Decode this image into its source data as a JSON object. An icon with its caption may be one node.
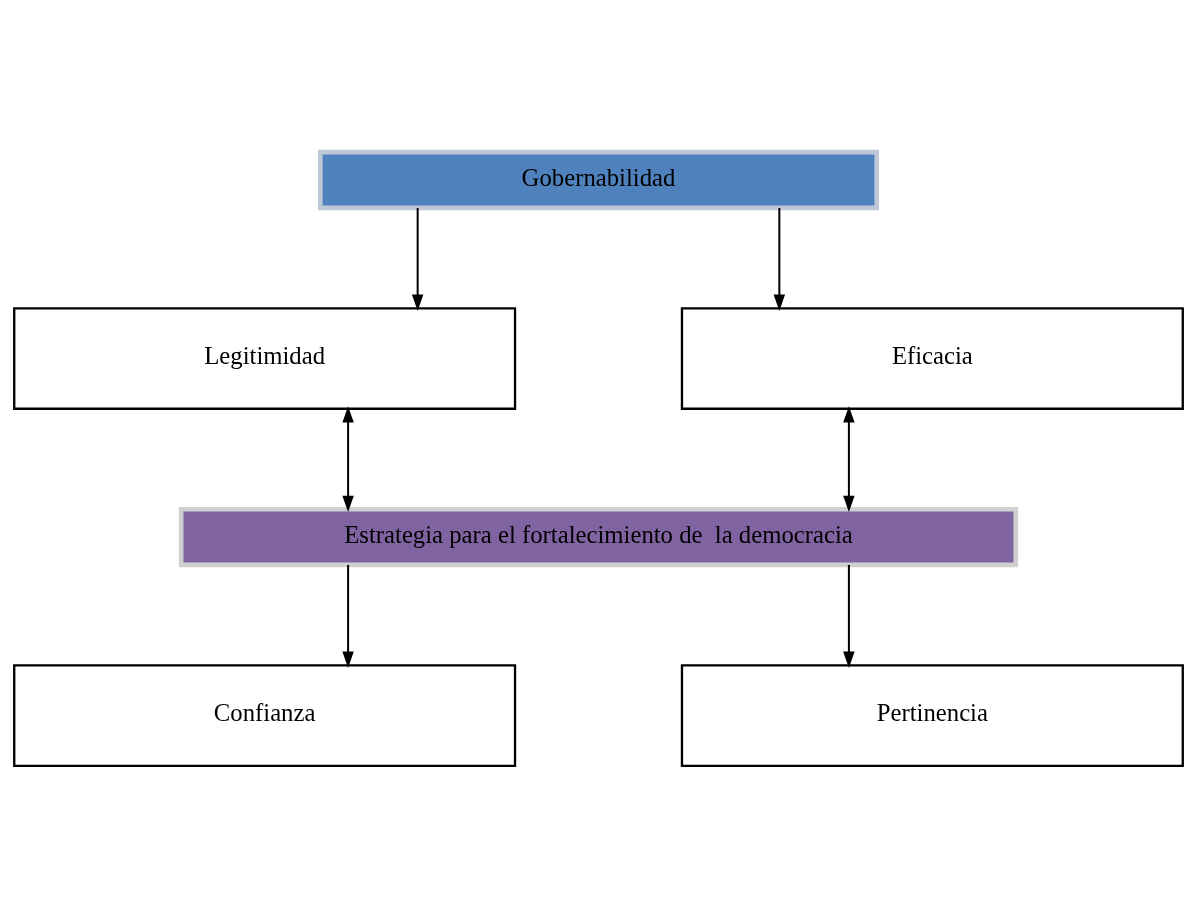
{
  "diagram": {
    "nodes": [
      {
        "text": [
          "Gobernabilidad"
        ]
      },
      {
        "text": [
          "Legitimidad"
        ]
      },
      {
        "text": [
          "Eficacia"
        ]
      },
      {
        "text": [
          "Estrategia para el fortalecimiento de  la democracia"
        ]
      },
      {
        "text": [
          "Confianza"
        ]
      },
      {
        "text": [
          "Pertinencia"
        ]
      }
    ],
    "edges": [
      {
        "from": 0,
        "to": 1,
        "arrow": "to"
      },
      {
        "from": 0,
        "to": 2,
        "arrow": "to"
      },
      {
        "from": 1,
        "to": 3,
        "arrow": "both"
      },
      {
        "from": 2,
        "to": 3,
        "arrow": "both"
      },
      {
        "from": 3,
        "to": 4,
        "arrow": "to"
      },
      {
        "from": 3,
        "to": 5,
        "arrow": "to"
      }
    ]
  }
}
